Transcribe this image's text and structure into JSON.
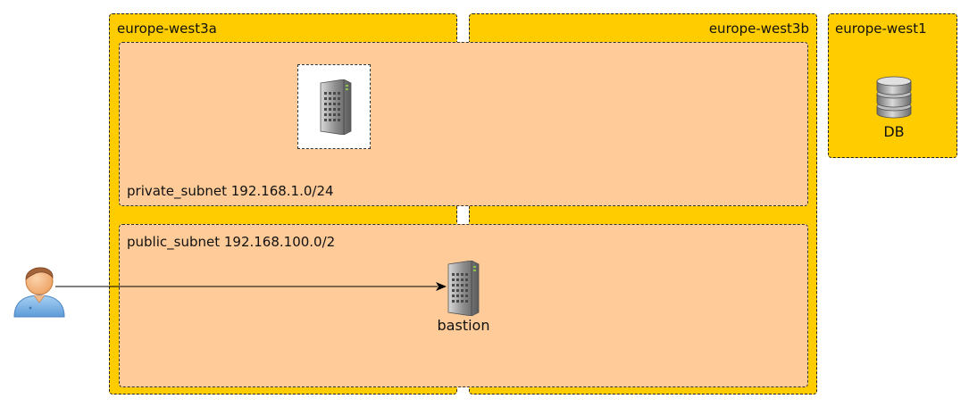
{
  "colors": {
    "zone_fill": "#FFCC00",
    "subnet_fill": "#FFCC99",
    "border": "#222222",
    "server_body": "#8a8a8a",
    "db_body": "#9a9a9a",
    "user_skin": "#F5B27A",
    "user_shirt": "#7FB6E8"
  },
  "zones": {
    "west3a": {
      "label": "europe-west3a"
    },
    "west3b": {
      "label": "europe-west3b"
    },
    "west1": {
      "label": "europe-west1"
    }
  },
  "subnets": {
    "private": {
      "label": "private_subnet 192.168.1.0/24"
    },
    "public": {
      "label": "public_subnet 192.168.100.0/2"
    }
  },
  "nodes": {
    "bastion": {
      "label": "bastion",
      "icon": "server-icon"
    },
    "db": {
      "label": "DB",
      "icon": "database-icon"
    },
    "private_server": {
      "label": "",
      "icon": "server-icon"
    },
    "user": {
      "icon": "user-icon"
    }
  },
  "edges": [
    {
      "from": "user",
      "to": "bastion",
      "style": "solid-arrow"
    }
  ]
}
